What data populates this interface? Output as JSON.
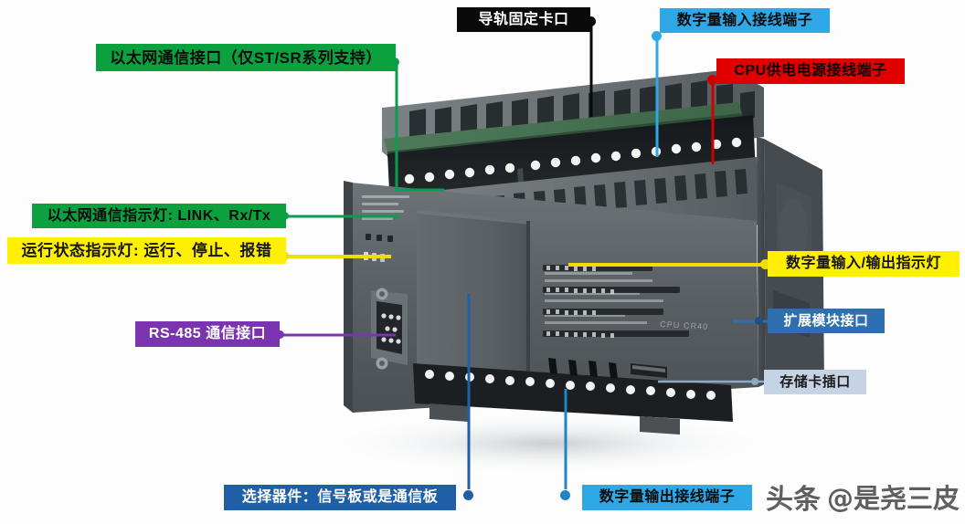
{
  "image": {
    "subject": "Siemens S7-200 SMART PLC CPU CR40 annotated diagram",
    "device_marking": "CPU CR40",
    "background_color": "#fdfdfd"
  },
  "callouts": [
    {
      "id": "ethernet-port",
      "text": "以太网通信接口（仅ST/SR系列支持）",
      "color": "#0aa13e",
      "text_color": "#0b0b0b",
      "style": "green"
    },
    {
      "id": "ethernet-leds",
      "text": "以太网通信指示灯: LINK、Rx/Tx",
      "color": "#0aa13e",
      "text_color": "#0b0b0b",
      "style": "green"
    },
    {
      "id": "run-status-leds",
      "text": "运行状态指示灯: 运行、停止、报错",
      "color": "#ffef00",
      "text_color": "#161616",
      "style": "yellow"
    },
    {
      "id": "rs485-port",
      "text": "RS-485 通信接口",
      "color": "#7a34b0",
      "text_color": "#ffffff",
      "style": "purple"
    },
    {
      "id": "din-rail-latch",
      "text": "导轨固定卡口",
      "color": "#0a0a0a",
      "text_color": "#ffffff",
      "style": "black"
    },
    {
      "id": "digital-input-terminals",
      "text": "数字量输入接线端子",
      "color": "#2fa8e8",
      "text_color": "#0c0c0c",
      "style": "cyan"
    },
    {
      "id": "cpu-power-terminals",
      "text": "CPU供电电源接线端子",
      "color": "#e00000",
      "text_color": "#120000",
      "style": "red"
    },
    {
      "id": "io-indicator-leds",
      "text": "数字量输入/输出指示灯",
      "color": "#ffef00",
      "text_color": "#161616",
      "style": "yellow"
    },
    {
      "id": "expansion-module-port",
      "text": "扩展模块接口",
      "color": "#2e6fb0",
      "text_color": "#ffffff",
      "style": "steel"
    },
    {
      "id": "memory-card-slot",
      "text": "存储卡插口",
      "color": "#c5d3e4",
      "text_color": "#1a1a1a",
      "style": "pale"
    },
    {
      "id": "optional-signal-board",
      "text": "选择器件：信号板或是通信板",
      "color": "#1f5fa8",
      "text_color": "#ffffff",
      "style": "navy"
    },
    {
      "id": "digital-output-terminals",
      "text": "数字量输出接线端子",
      "color": "#2fa8e8",
      "text_color": "#0c0c0c",
      "style": "cyan"
    }
  ],
  "watermark": {
    "brand": "头条",
    "handle": "@是尧三皮"
  }
}
